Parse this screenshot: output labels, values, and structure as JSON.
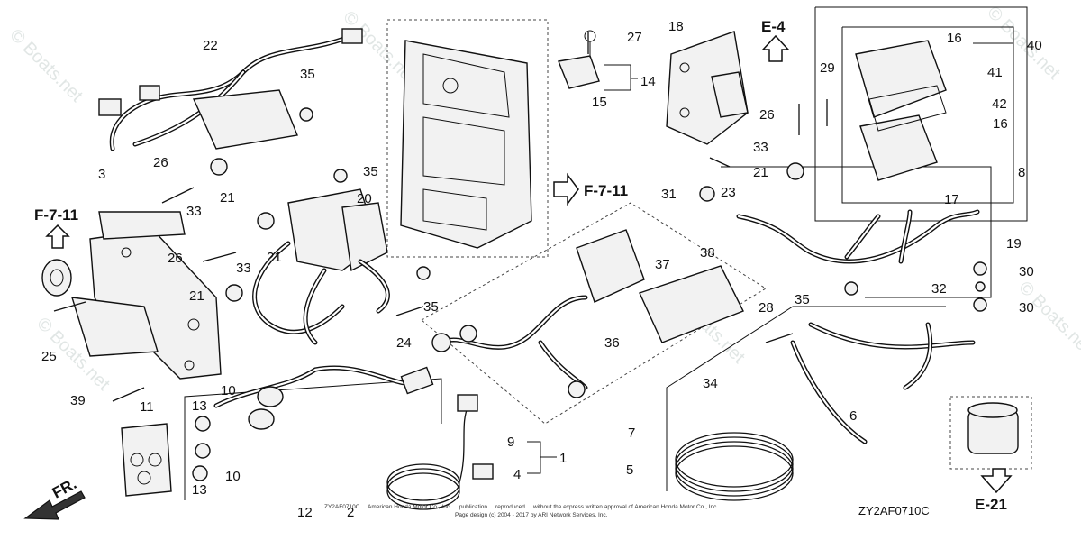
{
  "watermark": "© Boats.net",
  "diagram_code": "ZY2AF0710C",
  "copyright_line1": "ZY2AF0710C ... American Honda Motor Co., Inc. ... publication ... reproduced ... without the express written approval of American Honda Motor Co., Inc. ...",
  "copyright_line2": "Page design (c) 2004 - 2017 by ARI Network Services, Inc.",
  "direction_label": "FR.",
  "references": {
    "f711_left": "F-7-11",
    "f711_mid": "F-7-11",
    "e4": "E-4",
    "e21": "E-21"
  },
  "callouts": {
    "p1": "1",
    "p2": "2",
    "p3": "3",
    "p4": "4",
    "p5": "5",
    "p6": "6",
    "p7": "7",
    "p8": "8",
    "p9": "9",
    "p10a": "10",
    "p10b": "10",
    "p11": "11",
    "p12": "12",
    "p13a": "13",
    "p13b": "13",
    "p14": "14",
    "p15": "15",
    "p16a": "16",
    "p16b": "16",
    "p17": "17",
    "p18": "18",
    "p19": "19",
    "p20": "20",
    "p21a": "21",
    "p21b": "21",
    "p21c": "21",
    "p21d": "21",
    "p22": "22",
    "p23": "23",
    "p24": "24",
    "p25": "25",
    "p26a": "26",
    "p26b": "26",
    "p26c": "26",
    "p27": "27",
    "p28": "28",
    "p29": "29",
    "p30a": "30",
    "p30b": "30",
    "p31": "31",
    "p32": "32",
    "p33a": "33",
    "p33b": "33",
    "p33c": "33",
    "p34": "34",
    "p35a": "35",
    "p35b": "35",
    "p35c": "35",
    "p35d": "35",
    "p36": "36",
    "p37": "37",
    "p38": "38",
    "p39": "39",
    "p40": "40",
    "p41": "41",
    "p42": "42"
  }
}
